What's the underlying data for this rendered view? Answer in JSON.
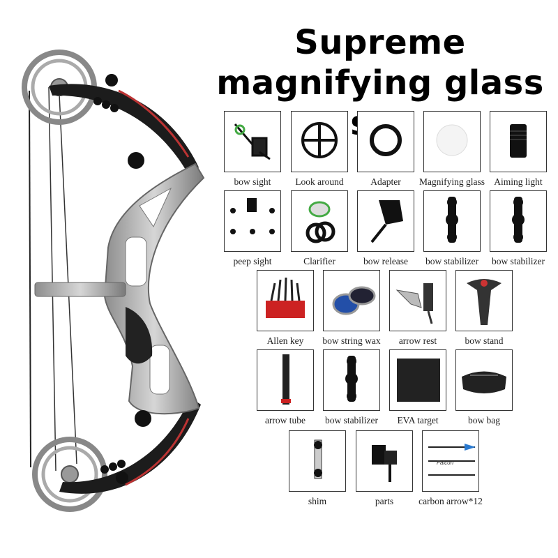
{
  "title": "Supreme magnifying glass set",
  "items": [
    {
      "label": "bow sight",
      "icon": "bow-sight-icon"
    },
    {
      "label": "Look around",
      "icon": "look-around-icon"
    },
    {
      "label": "Adapter",
      "icon": "adapter-icon"
    },
    {
      "label": "Magnifying glass",
      "icon": "magnifying-glass-icon"
    },
    {
      "label": "Aiming light",
      "icon": "aiming-light-icon"
    },
    {
      "label": "peep sight",
      "icon": "peep-sight-icon"
    },
    {
      "label": "Clarifier",
      "icon": "clarifier-icon"
    },
    {
      "label": "bow release",
      "icon": "bow-release-icon"
    },
    {
      "label": "bow stabilizer",
      "icon": "bow-stabilizer-icon"
    },
    {
      "label": "bow stabilizer",
      "icon": "bow-stabilizer-icon"
    },
    {
      "label": "Allen key",
      "icon": "allen-key-icon"
    },
    {
      "label": "bow string wax",
      "icon": "bow-string-wax-icon"
    },
    {
      "label": "arrow rest",
      "icon": "arrow-rest-icon"
    },
    {
      "label": "bow stand",
      "icon": "bow-stand-icon"
    },
    {
      "label": "arrow tube",
      "icon": "arrow-tube-icon"
    },
    {
      "label": "bow stabilizer",
      "icon": "bow-stabilizer-icon"
    },
    {
      "label": "EVA target",
      "icon": "eva-target-icon"
    },
    {
      "label": "bow bag",
      "icon": "bow-bag-icon"
    },
    {
      "label": "shim",
      "icon": "shim-icon"
    },
    {
      "label": "parts",
      "icon": "parts-icon"
    },
    {
      "label": "carbon arrow*12",
      "icon": "carbon-arrow-icon"
    }
  ]
}
